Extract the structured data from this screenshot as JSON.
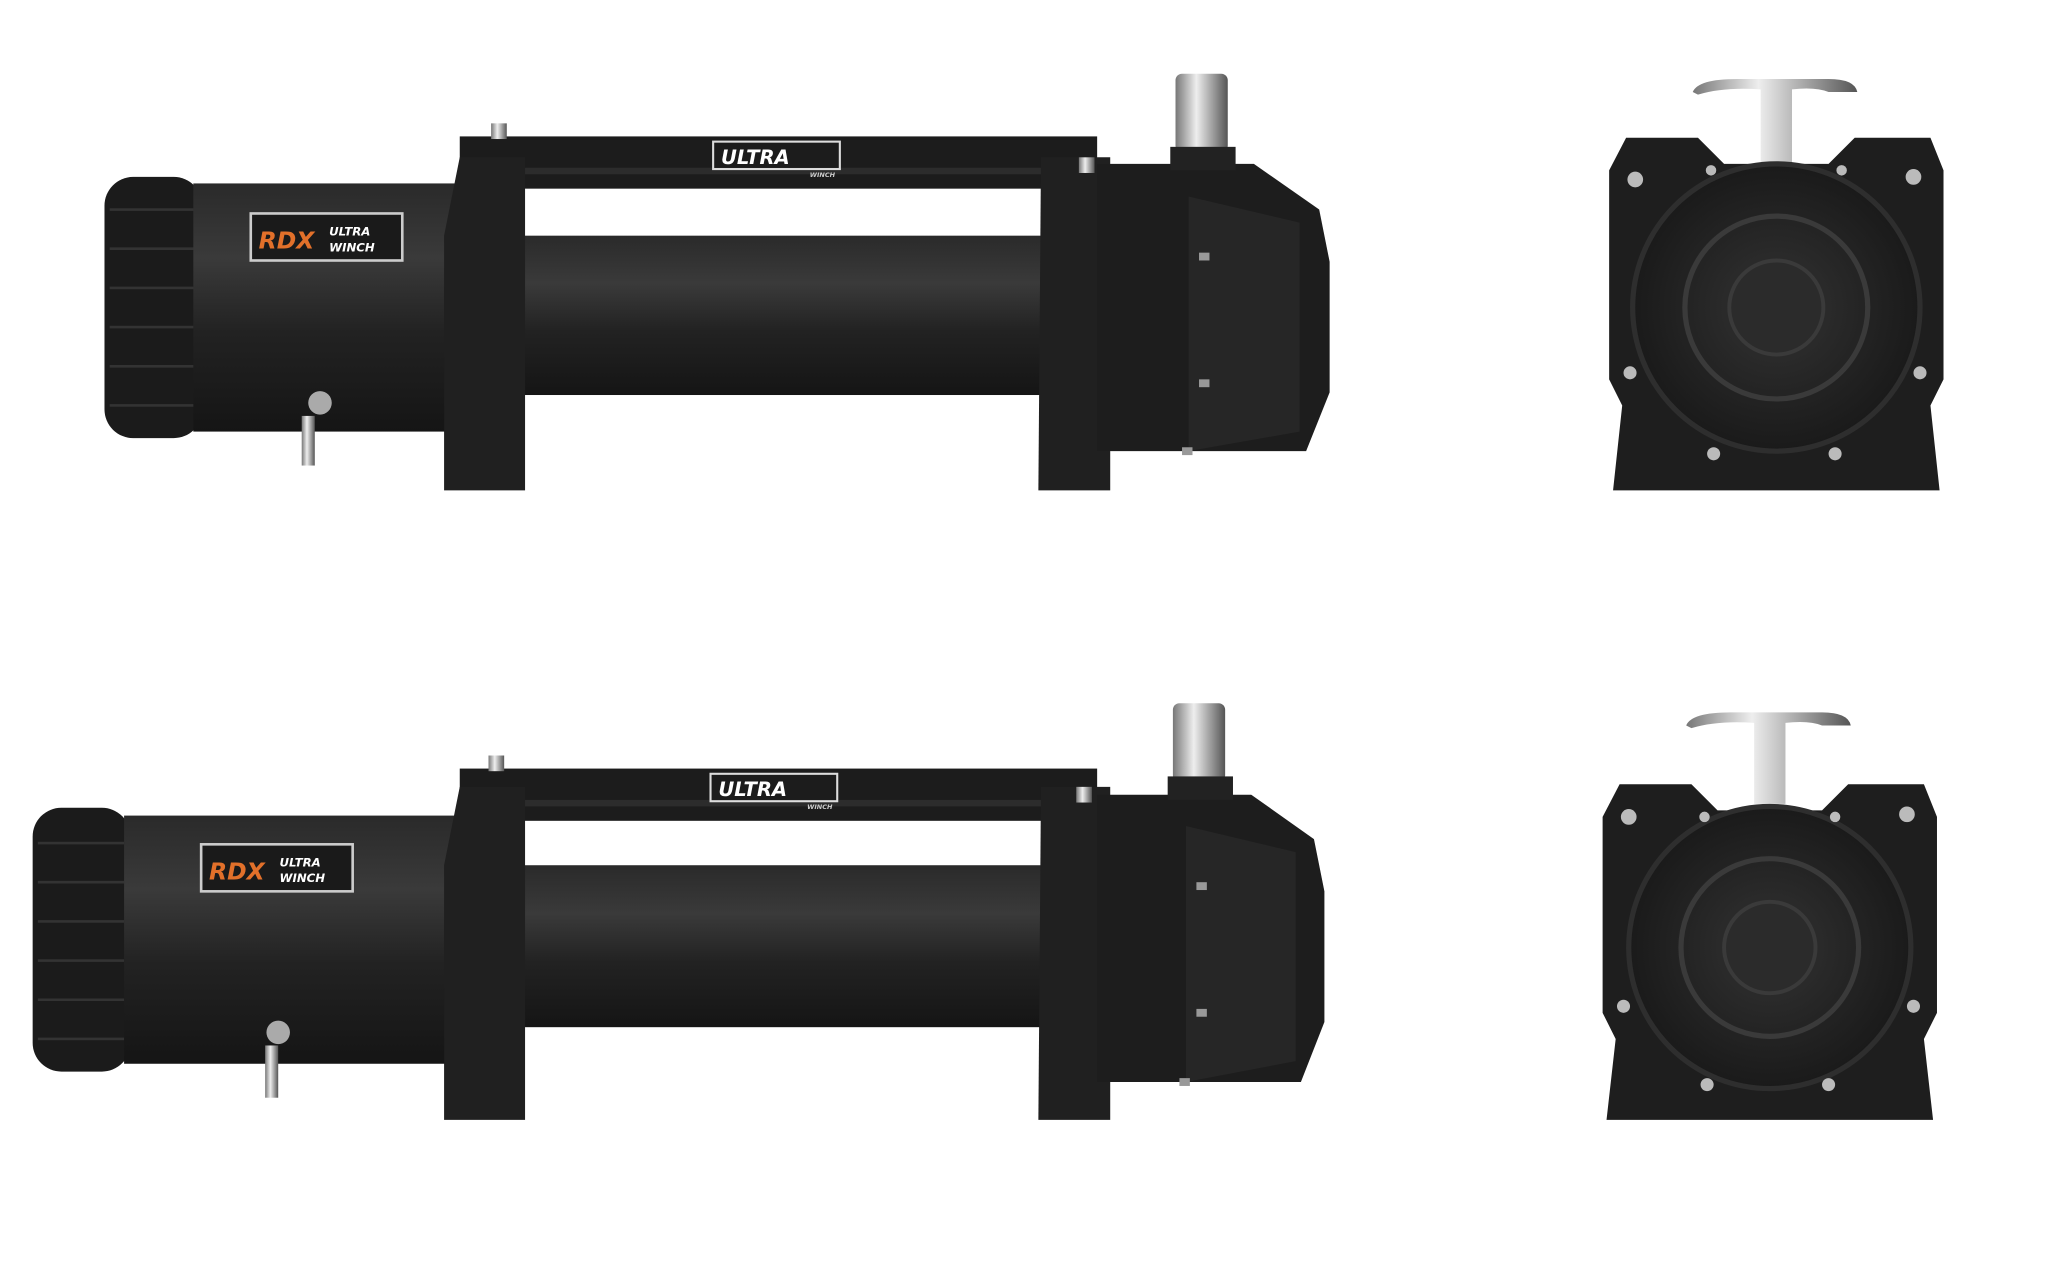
{
  "photo": {
    "background": "#ffffff",
    "body_color": "#1e1e1e",
    "accent_color": "#e2702a",
    "motor_logo": {
      "brand": "RDX",
      "line1": "ULTRA",
      "line2": "WINCH"
    },
    "bar_logo": {
      "main": "ULTRA",
      "sub": "WINCH"
    },
    "views": [
      "side-view-top",
      "front-view-top",
      "side-view-bottom",
      "front-view-bottom"
    ]
  }
}
